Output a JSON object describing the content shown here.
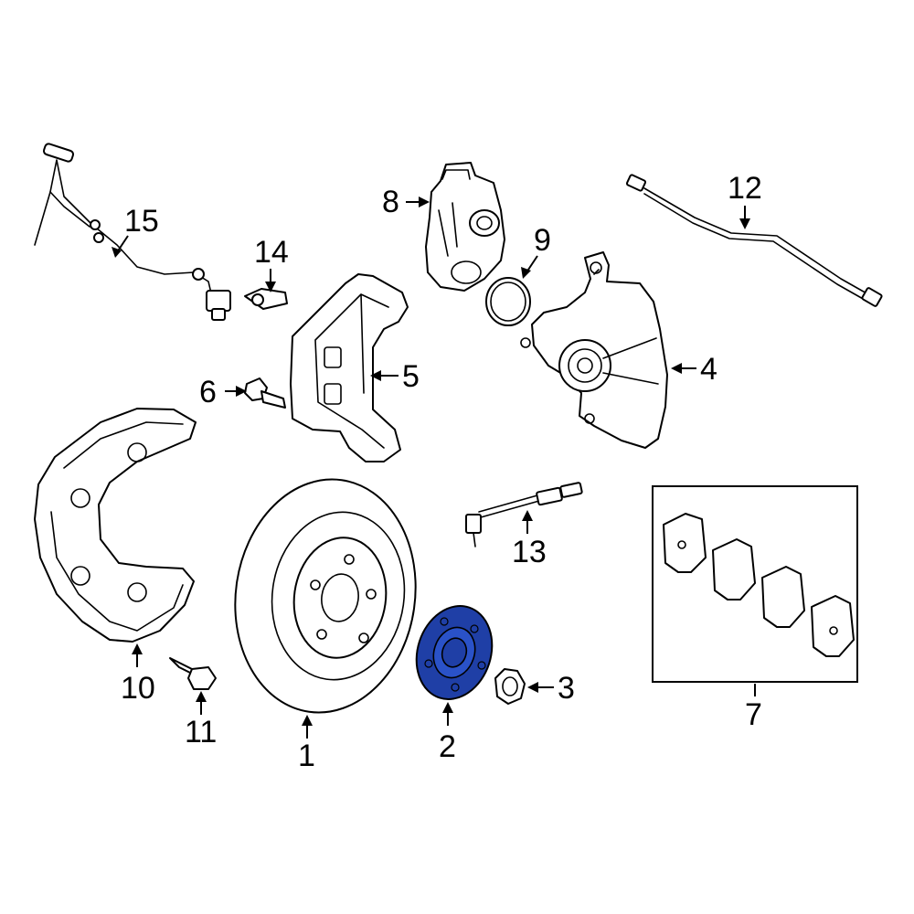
{
  "highlight_color": "#1f3fa6",
  "callouts": {
    "c1": "1",
    "c2": "2",
    "c3": "3",
    "c4": "4",
    "c5": "5",
    "c6": "6",
    "c7": "7",
    "c8": "8",
    "c9": "9",
    "c10": "10",
    "c11": "11",
    "c12": "12",
    "c13": "13",
    "c14": "14",
    "c15": "15"
  },
  "parts": [
    {
      "callout": "1",
      "icon": "brake-rotor-icon"
    },
    {
      "callout": "2",
      "icon": "wheel-hub-icon",
      "highlighted": true
    },
    {
      "callout": "3",
      "icon": "hub-nut-icon"
    },
    {
      "callout": "4",
      "icon": "brake-caliper-icon"
    },
    {
      "callout": "5",
      "icon": "caliper-bracket-icon"
    },
    {
      "callout": "6",
      "icon": "bracket-bolt-icon"
    },
    {
      "callout": "7",
      "icon": "brake-pad-set-icon"
    },
    {
      "callout": "8",
      "icon": "parking-brake-actuator-icon"
    },
    {
      "callout": "9",
      "icon": "o-ring-seal-icon"
    },
    {
      "callout": "10",
      "icon": "splash-shield-icon"
    },
    {
      "callout": "11",
      "icon": "shield-bolt-icon"
    },
    {
      "callout": "12",
      "icon": "brake-hose-icon"
    },
    {
      "callout": "13",
      "icon": "pad-wear-sensor-icon"
    },
    {
      "callout": "14",
      "icon": "clip-icon"
    },
    {
      "callout": "15",
      "icon": "abs-sensor-wire-icon"
    }
  ]
}
